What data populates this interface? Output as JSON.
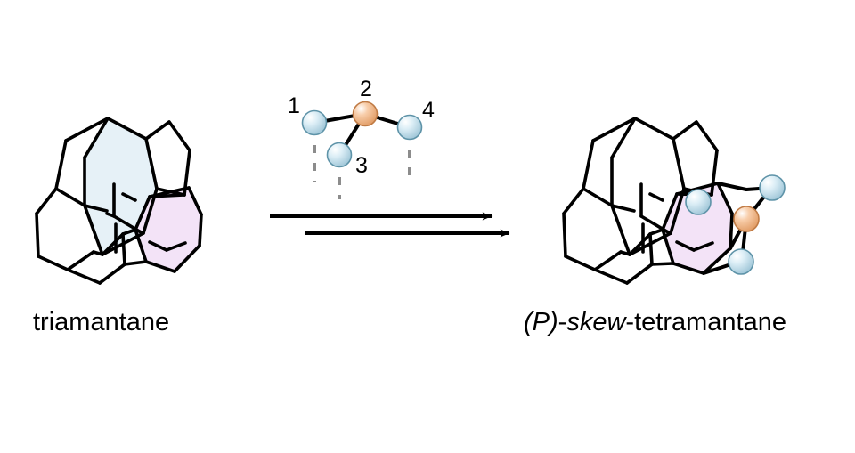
{
  "figure": {
    "kind": "reaction-scheme",
    "description": "Conversion of triamantane into (P)-skew-tetramantane",
    "background_color": "#ffffff"
  },
  "reactant": {
    "name": "triamantane",
    "highlight_faces": [
      {
        "id": "upper-face",
        "color": "#e6f1f7"
      },
      {
        "id": "lower-right-face",
        "color": "#f3e3f7"
      }
    ],
    "line_color": "#000000"
  },
  "product": {
    "name_parts": {
      "stereodescriptor": "(P)",
      "separator1": "-",
      "shape": "skew",
      "separator2": "-",
      "base": "tetramantane"
    },
    "name_plain": "(P)-skew-tetramantane",
    "highlight_faces": [
      {
        "id": "lower-right-face",
        "color": "#f3e3f7"
      }
    ],
    "line_color": "#000000"
  },
  "reagent": {
    "label": "four-carbon unit",
    "atoms": [
      {
        "number": "1",
        "color": "#bcdcea",
        "role": "terminal-ch",
        "label_position": "upper-left"
      },
      {
        "number": "2",
        "color": "#f2b183",
        "role": "central-c",
        "label_position": "above"
      },
      {
        "number": "3",
        "color": "#bcdcea",
        "role": "terminal-ch",
        "label_position": "right"
      },
      {
        "number": "4",
        "color": "#bcdcea",
        "role": "terminal-ch",
        "label_position": "upper-right"
      }
    ],
    "bonds": [
      {
        "from": "1",
        "to": "2"
      },
      {
        "from": "2",
        "to": "3"
      },
      {
        "from": "2",
        "to": "4"
      }
    ],
    "dangling_bond_count": 3,
    "dangling_bond_color": "#8c8c8c",
    "dangling_bond_style": "dashed"
  },
  "arrow": {
    "type": "double-forward",
    "color": "#000000",
    "count": 2,
    "direction": "left-to-right"
  },
  "colors": {
    "sphere_blue": "#bcdcea",
    "sphere_blue_rim": "#5e93a8",
    "sphere_orange": "#f2b183",
    "sphere_orange_rim": "#c07b45",
    "face_blue": "#e6f1f7",
    "face_pink": "#f3e3f7",
    "stroke": "#000000",
    "dashed_gray": "#8c8c8c"
  }
}
